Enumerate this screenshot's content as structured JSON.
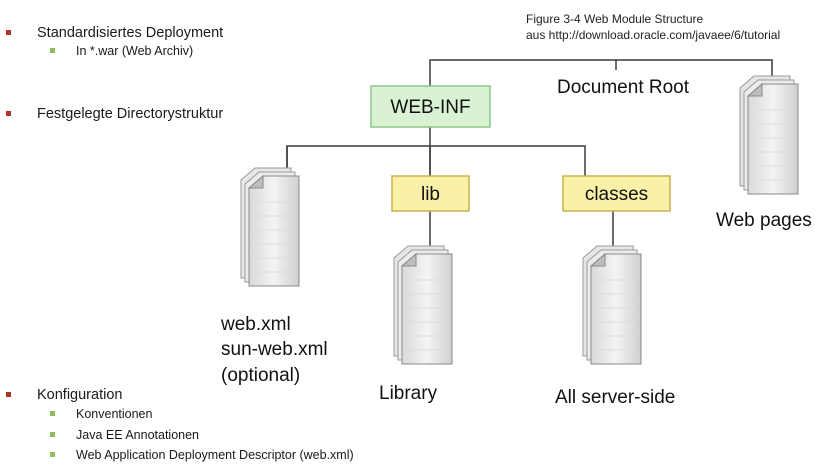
{
  "bullets": {
    "item1": "Standardisiertes Deployment",
    "item1_sub1": "In *.war (Web Archiv)",
    "item2": "Festgelegte Directorystruktur",
    "item3": "Konfiguration",
    "item3_sub1": "Konventionen",
    "item3_sub2": "Java EE Annotationen",
    "item3_sub3": "Web Application Deployment Descriptor (web.xml)"
  },
  "caption": {
    "line1": "Figure 3-4 Web Module Structure",
    "line2": "aus http://download.oracle.com/javaee/6/tutorial"
  },
  "diagram": {
    "root_label": "Document Root",
    "webinf_label": "WEB-INF",
    "lib_label": "lib",
    "classes_label": "classes",
    "webpages_label": "Web pages",
    "webxml_line1": "web.xml",
    "webxml_line2": "sun-web.xml",
    "webxml_line3": "(optional)",
    "library_label": "Library",
    "serverside_label": "All server-side",
    "colors": {
      "webinf_fill": "#d9f2d3",
      "webinf_stroke": "#8cc58a",
      "folder_fill": "#fbf0a8",
      "folder_stroke": "#c9b24a",
      "bullet_red": "#b0332c",
      "bullet_green": "#8fc15a"
    }
  }
}
